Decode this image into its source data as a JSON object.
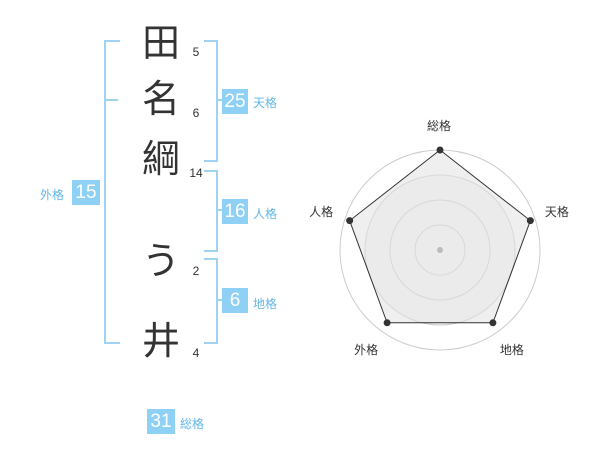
{
  "name_chars": [
    {
      "char": "田",
      "strokes": "5"
    },
    {
      "char": "名",
      "strokes": "6"
    },
    {
      "char": "綱",
      "strokes": "14"
    },
    {
      "char": "う",
      "strokes": "2"
    },
    {
      "char": "井",
      "strokes": "4"
    }
  ],
  "kaku": {
    "tenkaku": {
      "value": "25",
      "label": "天格"
    },
    "jinkaku": {
      "value": "16",
      "label": "人格"
    },
    "chikaku": {
      "value": "6",
      "label": "地格"
    },
    "gaikaku": {
      "value": "15",
      "label": "外格"
    },
    "soukaku": {
      "value": "31",
      "label": "総格"
    }
  },
  "colors": {
    "accent": "#8fd0f5",
    "label": "#62b7e8",
    "text": "#333333"
  },
  "chart_data": {
    "type": "radar",
    "axes": [
      "総格",
      "天格",
      "地格",
      "外格",
      "人格"
    ],
    "values": [
      1.0,
      0.95,
      0.9,
      0.9,
      0.95
    ],
    "rings": 4,
    "grid": true
  }
}
